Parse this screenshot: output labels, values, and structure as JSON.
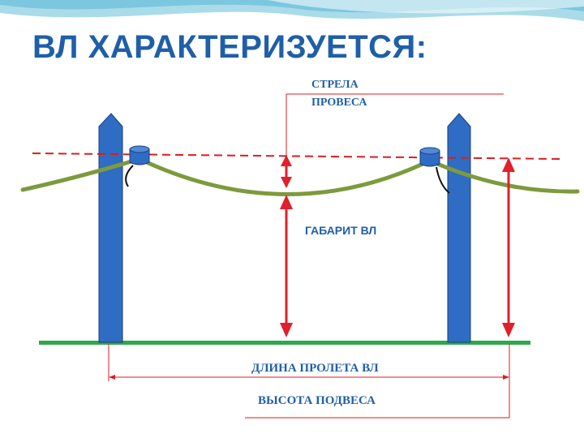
{
  "slide": {
    "title": "ВЛ ХАРАКТЕРИЗУЕТСЯ:"
  },
  "diagram": {
    "labels": {
      "sag_line1": "СТРЕЛА",
      "sag_line2": "ПРОВЕСА",
      "clearance": "ГАБАРИТ ВЛ",
      "span_length": "ДЛИНА ПРОЛЕТА ВЛ",
      "suspension_height": "ВЫСОТА ПОДВЕСА"
    },
    "colors": {
      "pole": "#2f6cc4",
      "pole_outline": "#1d3f7a",
      "wire": "#7d9a3c",
      "ground": "#2ea84a",
      "arrow": "#e0202a",
      "dashed_line": "#d81e22",
      "title": "#1f5fa8",
      "header_wave": "#6fc2dc"
    }
  }
}
